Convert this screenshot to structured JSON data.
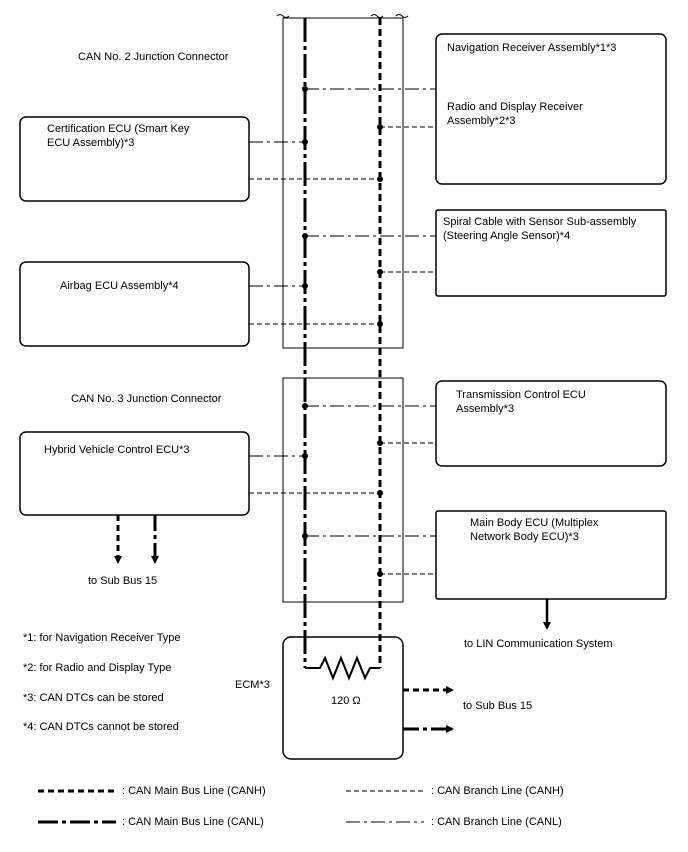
{
  "junction_connectors": {
    "no2": "CAN No. 2 Junction Connector",
    "no3": "CAN No. 3 Junction Connector"
  },
  "ecus": {
    "navigation": "Navigation Receiver Assembly*1*3",
    "radio_display": "Radio and Display Receiver\nAssembly*2*3",
    "certification": "Certification ECU (Smart Key\nECU Assembly)*3",
    "spiral_cable": "Spiral Cable with Sensor Sub-assembly\n(Steering Angle Sensor)*4",
    "airbag": "Airbag ECU Assembly*4",
    "transmission": "Transmission Control ECU\nAssembly*3",
    "hybrid": "Hybrid Vehicle Control ECU*3",
    "main_body": "Main Body ECU (Multiplex\nNetwork Body ECU)*3",
    "ecm": "ECM*3"
  },
  "resistor": "120 Ω",
  "destinations": {
    "sub_bus_hybrid": "to Sub Bus 15",
    "sub_bus_ecm": "to Sub Bus 15",
    "lin": "to LIN Communication System"
  },
  "notes": [
    "*1: for Navigation Receiver Type",
    "*2: for Radio and Display Type",
    "*3: CAN DTCs can be stored",
    "*4: CAN DTCs cannot be stored"
  ],
  "legend": {
    "canh_main": ": CAN Main Bus Line (CANH)",
    "canl_main": ": CAN Main Bus Line (CANL)",
    "canh_branch": ": CAN Branch Line (CANH)",
    "canl_branch": ": CAN Branch Line (CANL)"
  }
}
